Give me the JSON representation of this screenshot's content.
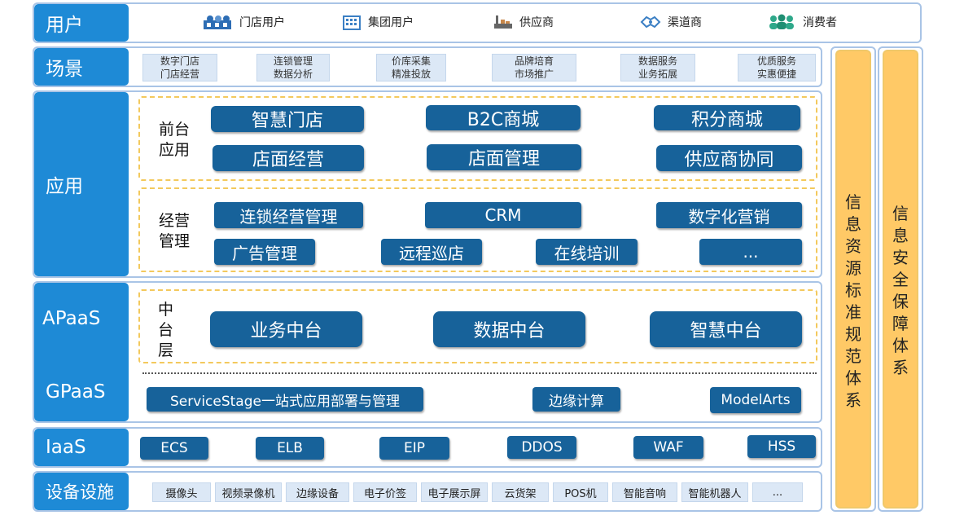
{
  "users": {
    "label": "用户",
    "items": [
      {
        "label": "门店用户",
        "icon": "store-users-icon"
      },
      {
        "label": "集团用户",
        "icon": "building-icon"
      },
      {
        "label": "供应商",
        "icon": "factory-icon"
      },
      {
        "label": "渠道商",
        "icon": "handshake-icon"
      },
      {
        "label": "消费者",
        "icon": "people-group-icon"
      }
    ]
  },
  "scenarios": {
    "label": "场景",
    "items": [
      {
        "line1": "数字门店",
        "line2": "门店经营"
      },
      {
        "line1": "连锁管理",
        "line2": "数据分析"
      },
      {
        "line1": "价库采集",
        "line2": "精准投放"
      },
      {
        "line1": "品牌培育",
        "line2": "市场推广"
      },
      {
        "line1": "数据服务",
        "line2": "业务拓展"
      },
      {
        "line1": "优质服务",
        "line2": "实惠便捷"
      }
    ]
  },
  "application": {
    "label": "应用",
    "frontend": {
      "label_line1": "前台",
      "label_line2": "应用",
      "items": [
        "智慧门店",
        "B2C商城",
        "积分商城",
        "店面经营",
        "店面管理",
        "供应商协同"
      ]
    },
    "operations": {
      "label_line1": "经营",
      "label_line2": "管理",
      "items": [
        "连锁经营管理",
        "CRM",
        "数字化营销",
        "广告管理",
        "远程巡店",
        "在线培训",
        "..."
      ]
    }
  },
  "apaas": {
    "label": "APaaS",
    "middle": {
      "label_chars": [
        "中",
        "台",
        "层"
      ],
      "items": [
        "业务中台",
        "数据中台",
        "智慧中台"
      ]
    }
  },
  "gpaas": {
    "label": "GPaaS",
    "items": [
      "ServiceStage一站式应用部署与管理",
      "边缘计算",
      "ModelArts"
    ]
  },
  "iaas": {
    "label": "IaaS",
    "items": [
      "ECS",
      "ELB",
      "EIP",
      "DDOS",
      "WAF",
      "HSS"
    ]
  },
  "devices": {
    "label": "设备设施",
    "items": [
      "摄像头",
      "视频录像机",
      "边缘设备",
      "电子价签",
      "电子展示屏",
      "云货架",
      "POS机",
      "智能音响",
      "智能机器人",
      "..."
    ]
  },
  "side_columns": [
    {
      "label_chars": [
        "信",
        "息",
        "资",
        "源",
        "标",
        "准",
        "规",
        "范",
        "体",
        "系"
      ]
    },
    {
      "label_chars": [
        "信",
        "息",
        "安",
        "全",
        "保",
        "障",
        "体",
        "系"
      ]
    }
  ],
  "colors": {
    "row_label_bg": "#1e8ad6",
    "button_bg": "#17629a",
    "scene_bg": "#dce8f6",
    "dash_border": "#f3c95d",
    "side_column_bg": "#ffc966"
  }
}
